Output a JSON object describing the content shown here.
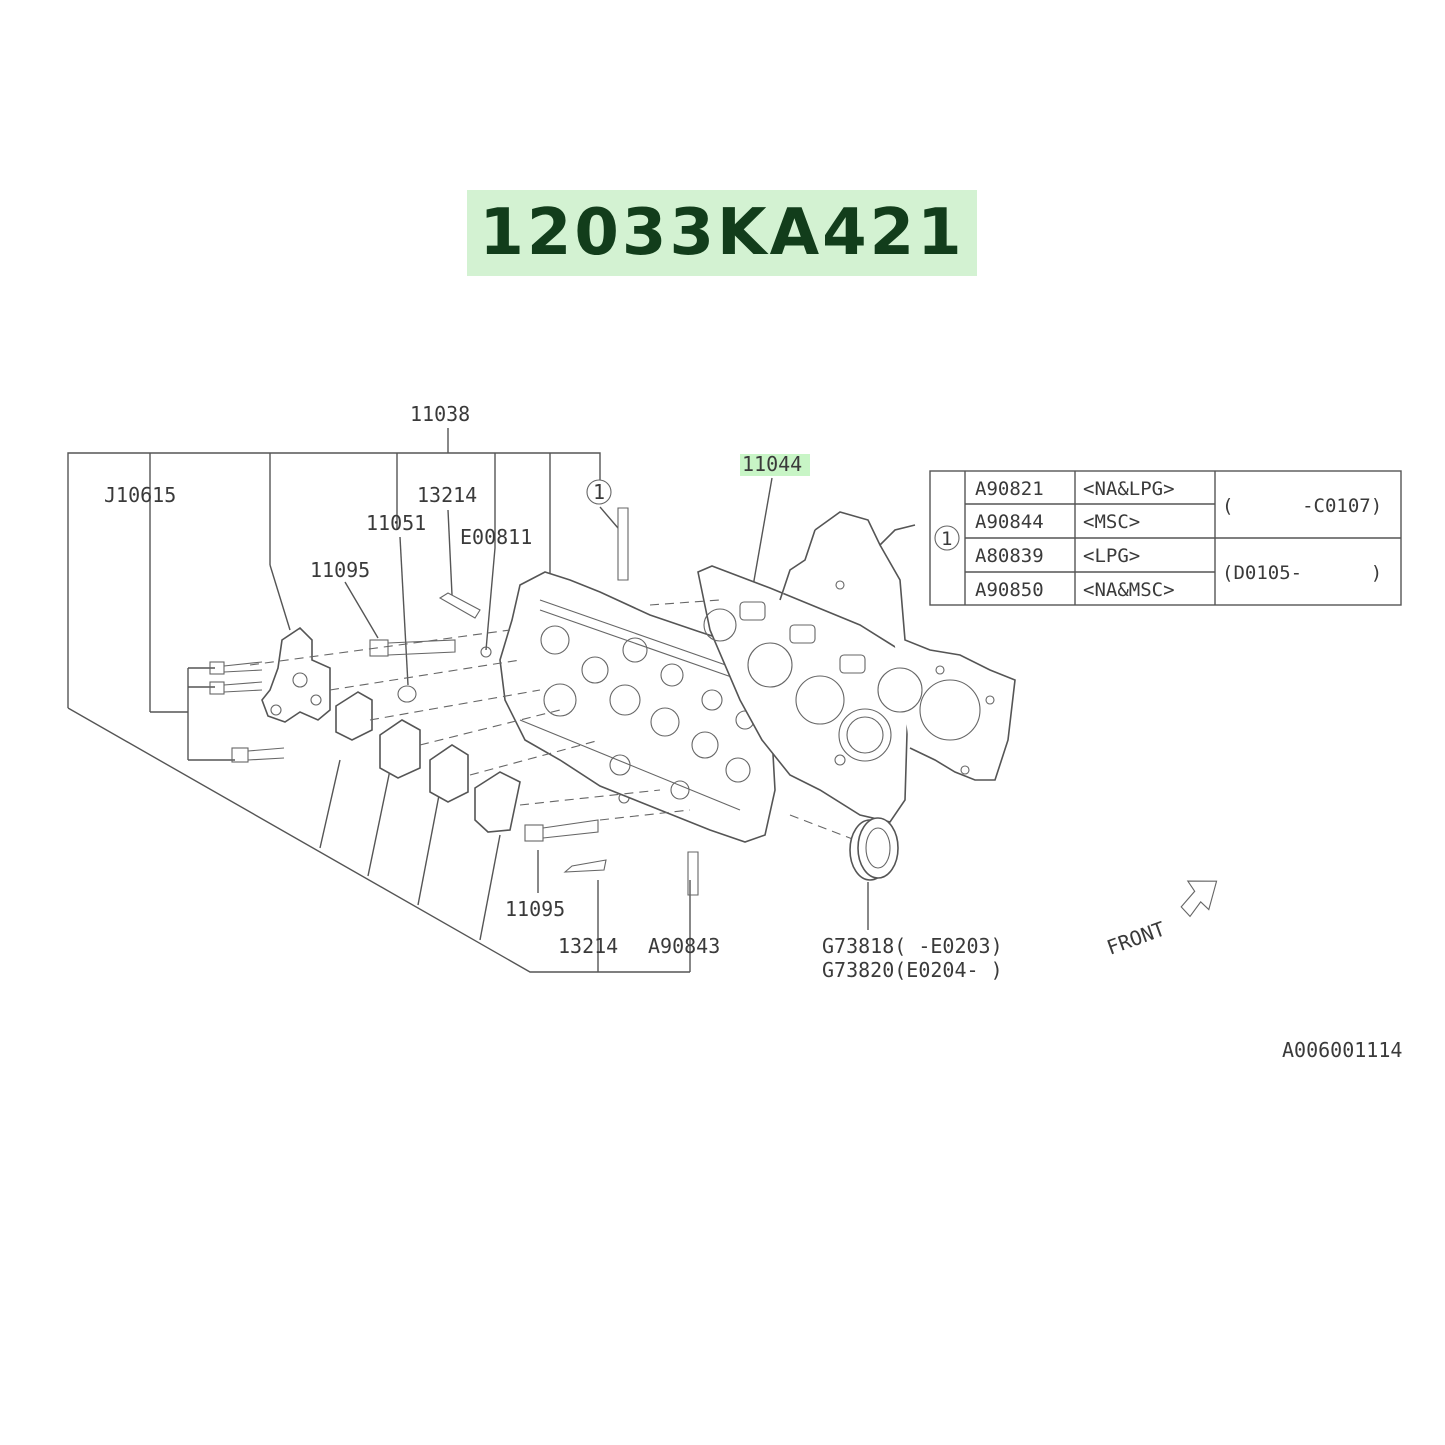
{
  "header": {
    "part_number": "12033KA421"
  },
  "callouts": {
    "c11038": "11038",
    "c11044": "11044",
    "cJ10615": "J10615",
    "c13214_top": "13214",
    "c11051": "11051",
    "cE00811": "E00811",
    "c11095_top": "11095",
    "c11095_bottom": "11095",
    "c13214_bottom": "13214",
    "cA90843": "A90843",
    "cG73818": "G73818(     -E0203)",
    "cG73820": "G73820(E0204-     )",
    "ref_mark": "1",
    "table_mark": "1",
    "front": "FRONT"
  },
  "gasket_table": {
    "rows": [
      {
        "part": "A90821",
        "variant": "<NA&LPG>"
      },
      {
        "part": "A90844",
        "variant": "<MSC>"
      },
      {
        "part": "A80839",
        "variant": "<LPG>"
      },
      {
        "part": "A90850",
        "variant": "<NA&MSC>"
      }
    ],
    "ranges": [
      "(      -C0107)",
      "(D0105-      )"
    ]
  },
  "footer": {
    "diagram_id": "A006001114"
  },
  "colors": {
    "highlight": "#c8f5c6",
    "header_bg": "#d3f2d2",
    "header_text": "#123d1b"
  }
}
